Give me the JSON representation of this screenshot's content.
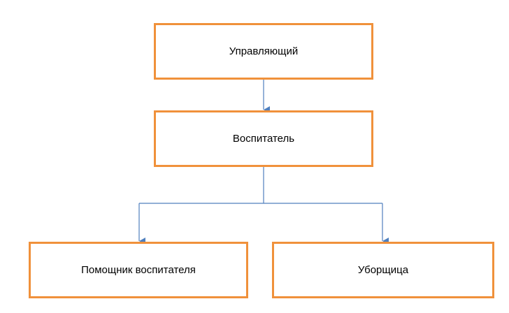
{
  "diagram": {
    "nodes": {
      "manager": {
        "label": "Управляющий"
      },
      "teacher": {
        "label": "Воспитатель"
      },
      "assistant": {
        "label": "Помощник воспитателя"
      },
      "cleaner": {
        "label": "Уборщица"
      }
    },
    "edges": [
      {
        "from": "manager",
        "to": "teacher"
      },
      {
        "from": "teacher",
        "to": "assistant"
      },
      {
        "from": "teacher",
        "to": "cleaner"
      }
    ],
    "colors": {
      "box_border": "#F0913B",
      "connector": "#4F7FBE",
      "text": "#000000"
    }
  }
}
